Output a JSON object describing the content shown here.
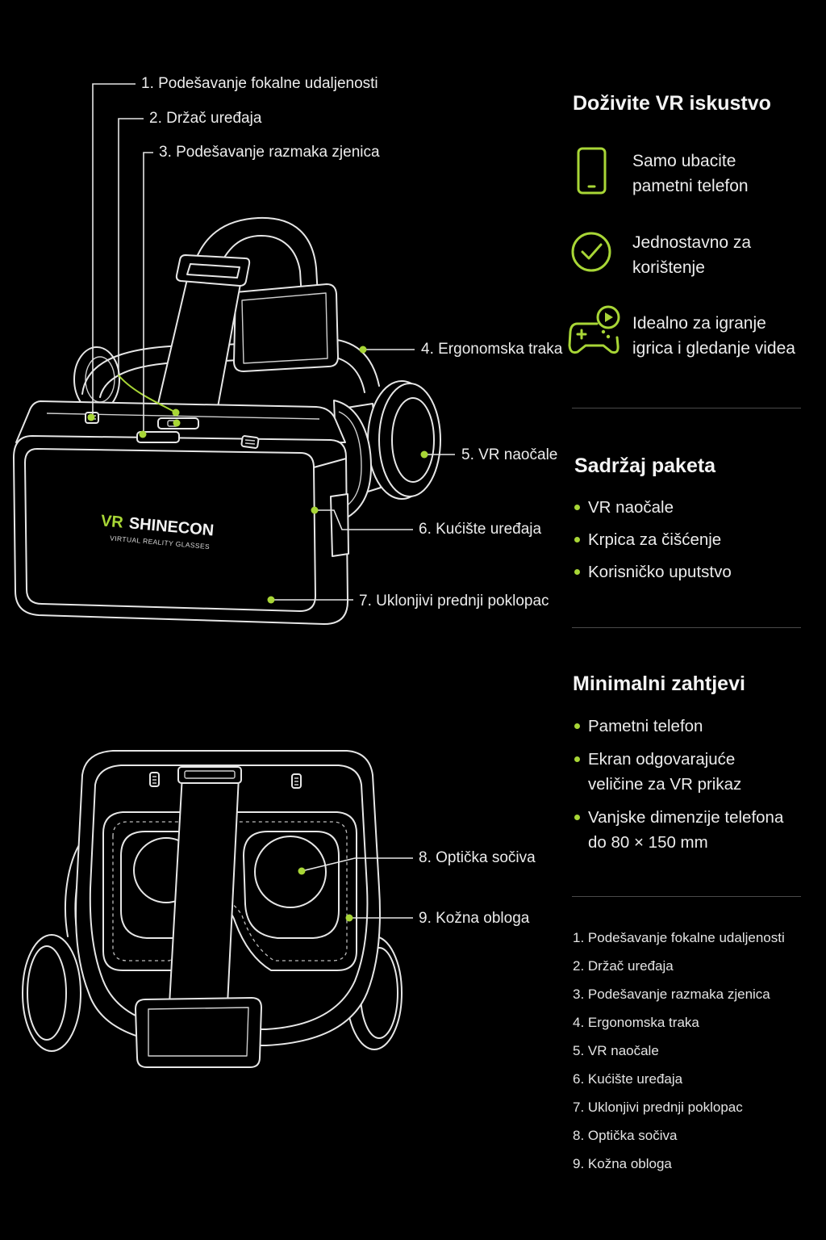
{
  "diagram": {
    "callouts": [
      "1. Podešavanje fokalne udaljenosti",
      "2. Držač uređaja",
      "3. Podešavanje razmaka zjenica",
      "4. Ergonomska traka",
      "5. VR naočale",
      "6. Kućište uređaja",
      "7. Uklonjivi prednji poklopac",
      "8. Optička sočiva",
      "9. Kožna obloga"
    ],
    "logo": {
      "brand_prefix": "VR",
      "brand_name": "SHINECON",
      "tagline": "VIRTUAL REALITY GLASSES"
    }
  },
  "experience": {
    "title": "Doživite VR iskustvo",
    "features": [
      {
        "icon": "smartphone-icon",
        "lines": [
          "Samo ubacite",
          "pametni telefon"
        ]
      },
      {
        "icon": "check-circle-icon",
        "lines": [
          "Jednostavno za",
          "korištenje"
        ]
      },
      {
        "icon": "gamepad-play-icon",
        "lines": [
          "Idealno za igranje",
          "igrica i gledanje videa"
        ]
      }
    ]
  },
  "package": {
    "title": "Sadržaj paketa",
    "items": [
      "VR naočale",
      "Krpica za čišćenje",
      "Korisničko uputstvo"
    ]
  },
  "requirements": {
    "title": "Minimalni zahtjevi",
    "items": [
      {
        "lines": [
          "Pametni telefon"
        ]
      },
      {
        "lines": [
          "Ekran odgovarajuće",
          "veličine za VR prikaz"
        ]
      },
      {
        "lines": [
          "Vanjske dimenzije telefona",
          "do 80 × 150 mm"
        ]
      }
    ]
  },
  "legend": {
    "items": [
      "1. Podešavanje fokalne udaljenosti",
      "2. Držač uređaja",
      "3. Podešavanje razmaka zjenica",
      "4. Ergonomska traka",
      "5. VR naočale",
      "6. Kućište uređaja",
      "7. Uklonjivi prednji poklopac",
      "8. Optička sočiva",
      "9. Kožna obloga"
    ]
  },
  "colors": {
    "background": "#000000",
    "accent": "#a8d636",
    "text": "#f0f0f0",
    "line_art": "#e6e6e6",
    "divider": "#4a4a4a"
  }
}
